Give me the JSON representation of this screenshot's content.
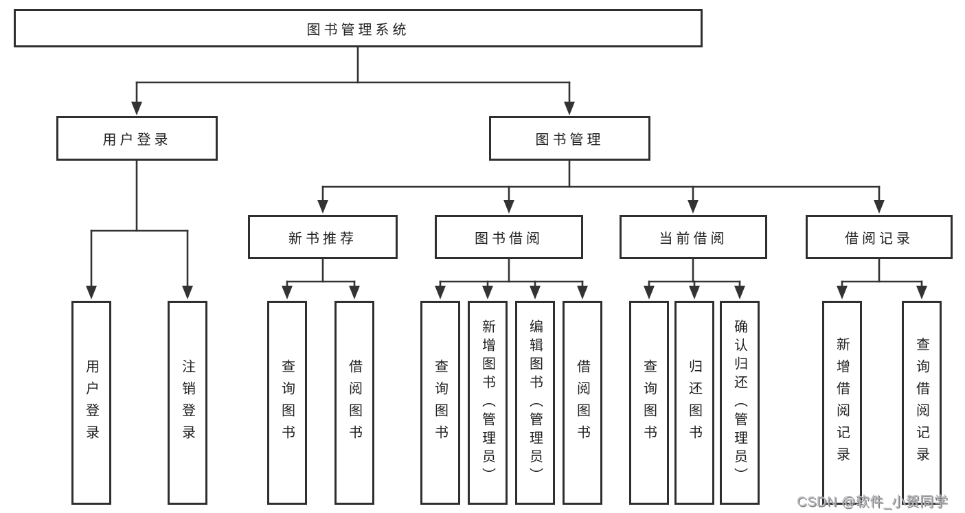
{
  "diagram": {
    "root": {
      "label": "图书管理系统"
    },
    "level2": [
      {
        "label": "用户登录"
      },
      {
        "label": "图书管理"
      }
    ],
    "level3": [
      {
        "label": "新书推荐"
      },
      {
        "label": "图书借阅"
      },
      {
        "label": "当前借阅"
      },
      {
        "label": "借阅记录"
      }
    ],
    "leaves": {
      "user_login": [
        {
          "label": "用户登录"
        },
        {
          "label": "注销登录"
        }
      ],
      "new_book": [
        {
          "label": "查询图书"
        },
        {
          "label": "借阅图书"
        }
      ],
      "borrow": [
        {
          "label": "查询图书"
        },
        {
          "label": "新增图书（管理员）"
        },
        {
          "label": "编辑图书（管理员）"
        },
        {
          "label": "借阅图书"
        }
      ],
      "current": [
        {
          "label": "查询图书"
        },
        {
          "label": "归还图书"
        },
        {
          "label": "确认归还（管理员）"
        }
      ],
      "records": [
        {
          "label": "新增借阅记录"
        },
        {
          "label": "查询借阅记录"
        }
      ]
    },
    "watermark": "CSDN @软件_小贺同学",
    "colors": {
      "line": "#333333",
      "border": "#2f2f2f",
      "text": "#1f1f1f",
      "watermark": "#b5b5b7",
      "background": "#ffffff"
    }
  }
}
